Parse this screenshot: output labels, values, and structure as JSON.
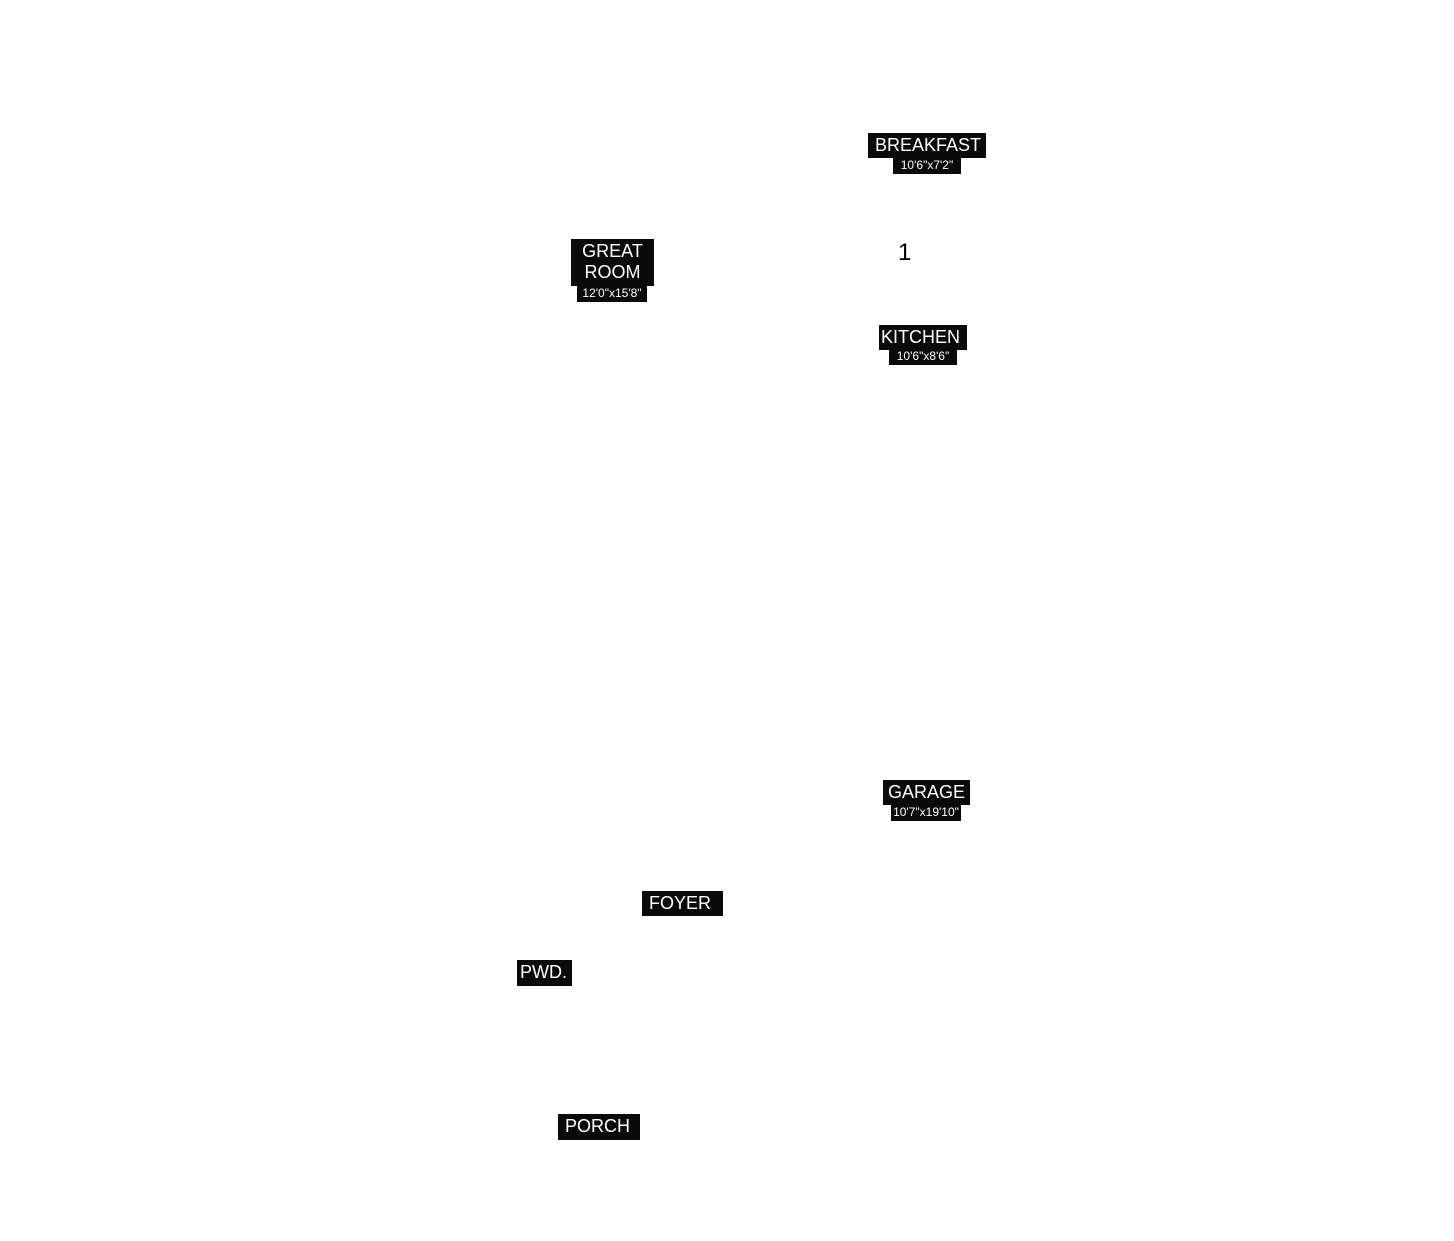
{
  "floor_label": "1",
  "rooms": {
    "breakfast": {
      "name": "BREAKFAST",
      "dims": "10'6\"x7'2\""
    },
    "great_room": {
      "name_line1": "GREAT",
      "name_line2": "ROOM",
      "dims": "12'0\"x15'8\""
    },
    "kitchen": {
      "name": "KITCHEN",
      "dims": "10'6\"x8'6\""
    },
    "garage": {
      "name": "GARAGE",
      "dims": "10'7\"x19'10\""
    },
    "foyer": {
      "name": "FOYER"
    },
    "powder": {
      "name": "PWD."
    },
    "porch": {
      "name": "PORCH"
    }
  }
}
